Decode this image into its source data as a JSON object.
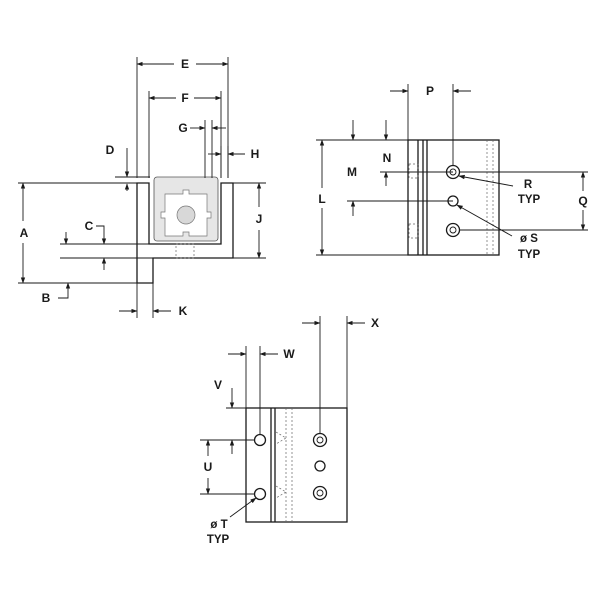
{
  "labels": {
    "A": "A",
    "B": "B",
    "C": "C",
    "D": "D",
    "E": "E",
    "F": "F",
    "G": "G",
    "H": "H",
    "J": "J",
    "K": "K",
    "L": "L",
    "M": "M",
    "N": "N",
    "P": "P",
    "Q": "Q",
    "R": "R",
    "R_typ": "TYP",
    "S": "ø S",
    "S_typ": "TYP",
    "T": "ø T",
    "T_typ": "TYP",
    "U": "U",
    "V": "V",
    "W": "W",
    "X": "X"
  }
}
